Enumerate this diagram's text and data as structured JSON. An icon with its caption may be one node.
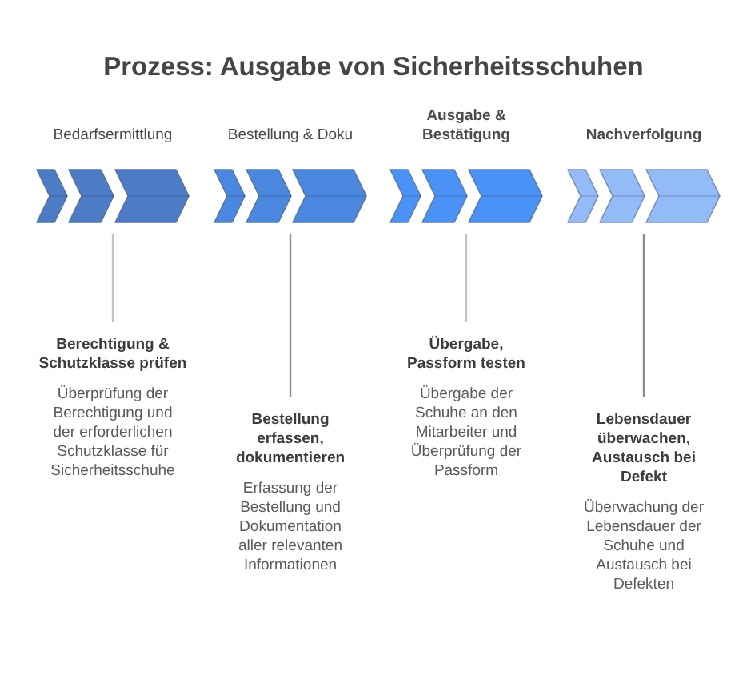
{
  "diagram": {
    "title": "Prozess: Ausgabe von Sicherheitsschuhen",
    "nodes": [
      {
        "text": [
          "Bedarfsermittlung"
        ]
      },
      {
        "text": [
          "Bestellung & Doku"
        ]
      },
      {
        "text": [
          "Ausgabe & Bestätigung"
        ]
      },
      {
        "text": [
          "Nachverfolgung"
        ]
      },
      {
        "text": [
          "Berechtigung & Schutzklasse prüfen",
          "Überprüfung der Berechtigung und der erforderlichen Schutzklasse für Sicherheitsschuhe"
        ]
      },
      {
        "text": [
          "Bestellung erfassen, dokumentieren",
          "Erfassung der Bestellung und Dokumentation aller relevanten Informationen"
        ]
      },
      {
        "text": [
          "Übergabe, Passform testen",
          "Übergabe der Schuhe an den Mitarbeiter und Überprüfung der Passform"
        ]
      },
      {
        "text": [
          "Lebensdauer überwachen, Austausch bei Defekt",
          "Überwachung der Lebensdauer der Schuhe und Austausch bei Defekten"
        ]
      }
    ],
    "edges": [
      {
        "from": 0,
        "to": 4,
        "arrow": "none",
        "color": "#c4c4c4"
      },
      {
        "from": 1,
        "to": 5,
        "arrow": "none"
      },
      {
        "from": 2,
        "to": 6,
        "arrow": "none",
        "color": "#c4c4c4"
      },
      {
        "from": 3,
        "to": 7,
        "arrow": "none"
      }
    ]
  }
}
